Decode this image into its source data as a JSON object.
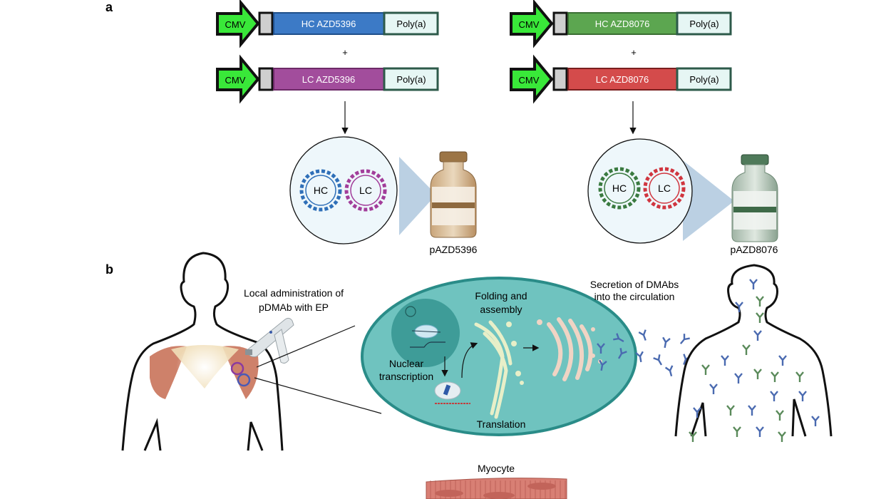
{
  "panels": {
    "a": {
      "label": "a",
      "constructs": [
        {
          "product": "pAZD5396",
          "heavy": {
            "promoter": "CMV",
            "gene": "HC AZD5396",
            "polyA": "Poly(a)",
            "color": "#3c7ac6"
          },
          "plus": "+",
          "light": {
            "promoter": "CMV",
            "gene": "LC AZD5396",
            "polyA": "Poly(a)",
            "color": "#a24d9c"
          },
          "plasmids": [
            {
              "label": "HC",
              "color": "#2f6fb8"
            },
            {
              "label": "LC",
              "color": "#a23d9a"
            }
          ],
          "vial_color": "#b08a5a"
        },
        {
          "product": "pAZD8076",
          "heavy": {
            "promoter": "CMV",
            "gene": "HC AZD8076",
            "polyA": "Poly(a)",
            "color": "#5ca650"
          },
          "plus": "+",
          "light": {
            "promoter": "CMV",
            "gene": "LC AZD8076",
            "polyA": "Poly(a)",
            "color": "#d44b4b"
          },
          "plasmids": [
            {
              "label": "HC",
              "color": "#3a7a40"
            },
            {
              "label": "LC",
              "color": "#d0353f"
            }
          ],
          "vial_color": "#4f7a5a"
        }
      ]
    },
    "b": {
      "label": "b",
      "administration_label_line1": "Local administration of",
      "administration_label_line2": "pDMAb with EP",
      "folding_line1": "Folding and",
      "folding_line2": "assembly",
      "secretion_line1": "Secretion of DMAbs",
      "secretion_line2": "into the circulation",
      "nuclear_line1": "Nuclear",
      "nuclear_line2": "transcription",
      "translation": "Translation",
      "myocyte": "Myocyte"
    }
  },
  "colors": {
    "cmv": "#39e839",
    "polya_fill": "#e6f6f4",
    "polya_border": "#2d5a4a",
    "cell": "#6fc3bf",
    "cell_border": "#2a8c88",
    "nucleus": "#3e9c98",
    "muscle": "#c9735a",
    "myocyte": "#d87f74"
  }
}
